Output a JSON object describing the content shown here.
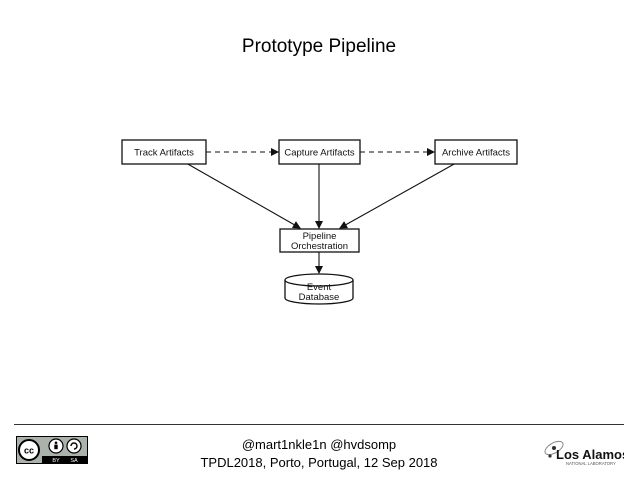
{
  "slide": {
    "title": "Prototype Pipeline"
  },
  "diagram": {
    "nodes": {
      "track": "Track Artifacts",
      "capture": "Capture Artifacts",
      "archive": "Archive Artifacts",
      "orchestration_line1": "Pipeline",
      "orchestration_line2": "Orchestration",
      "database_line1": "Event",
      "database_line2": "Database"
    }
  },
  "footer": {
    "handles": "@mart1nkle1n @hvdsomp",
    "event": "TPDL2018, Porto, Portugal, 12 Sep 2018"
  },
  "license_badge": {
    "label": "cc",
    "by": "BY",
    "sa": "SA"
  },
  "logo": {
    "name": "Los Alamos",
    "subtitle": "NATIONAL LABORATORY"
  }
}
